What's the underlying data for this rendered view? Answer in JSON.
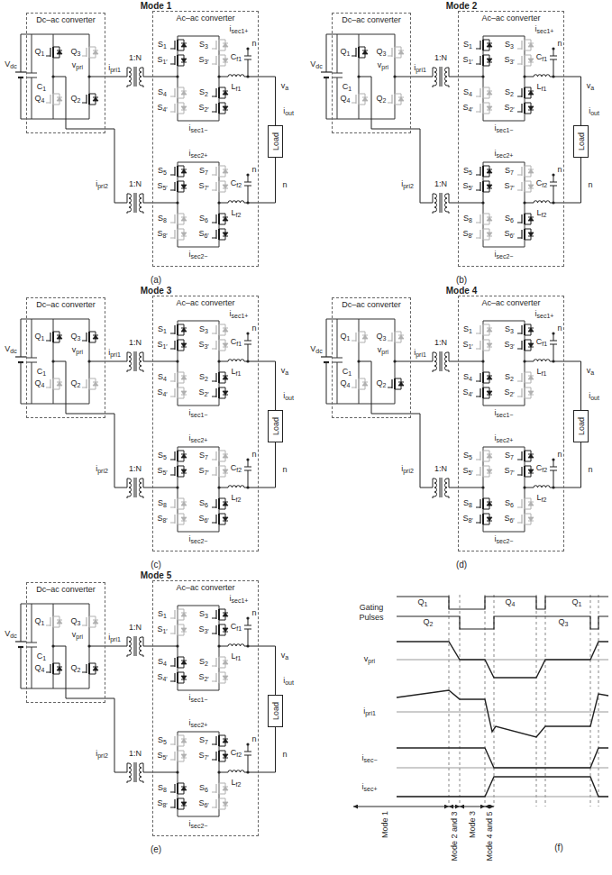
{
  "diagram": {
    "nodes": [
      {
        "text": [
          "Dc–ac converter"
        ]
      },
      {
        "text": [
          "Ac–ac converter"
        ]
      },
      {
        "text": [
          "Load"
        ]
      },
      {
        "text": [
          "Dc–ac converter"
        ]
      },
      {
        "text": [
          "Ac–ac converter"
        ]
      },
      {
        "text": [
          "Load"
        ]
      },
      {
        "text": [
          "Dc–ac converter"
        ]
      },
      {
        "text": [
          "Ac–ac converter"
        ]
      },
      {
        "text": [
          "Load"
        ]
      },
      {
        "text": [
          "Dc–ac converter"
        ]
      },
      {
        "text": [
          "Ac–ac converter"
        ]
      },
      {
        "text": [
          "Load"
        ]
      },
      {
        "text": [
          "Dc–ac converter"
        ]
      },
      {
        "text": [
          "Ac–ac converter"
        ]
      },
      {
        "text": [
          "Load"
        ]
      }
    ],
    "edges": [
      {
        "from": 0,
        "to": 1,
        "arrow": "none"
      },
      {
        "from": 0,
        "to": 1,
        "arrow": "none"
      },
      {
        "from": 1,
        "to": 2,
        "arrow": "none"
      },
      {
        "from": 1,
        "to": 2,
        "arrow": "none"
      },
      {
        "from": 3,
        "to": 4,
        "arrow": "none"
      },
      {
        "from": 3,
        "to": 4,
        "arrow": "none"
      },
      {
        "from": 4,
        "to": 5,
        "arrow": "none"
      },
      {
        "from": 4,
        "to": 5,
        "arrow": "none"
      },
      {
        "from": 6,
        "to": 7,
        "arrow": "none"
      },
      {
        "from": 6,
        "to": 7,
        "arrow": "none"
      },
      {
        "from": 7,
        "to": 8,
        "arrow": "none"
      },
      {
        "from": 7,
        "to": 8,
        "arrow": "none"
      },
      {
        "from": 9,
        "to": 10,
        "arrow": "none"
      },
      {
        "from": 9,
        "to": 10,
        "arrow": "none"
      },
      {
        "from": 10,
        "to": 11,
        "arrow": "none"
      },
      {
        "from": 10,
        "to": 11,
        "arrow": "none"
      },
      {
        "from": 12,
        "to": 13,
        "arrow": "none"
      },
      {
        "from": 12,
        "to": 13,
        "arrow": "none"
      },
      {
        "from": 13,
        "to": 14,
        "arrow": "none"
      },
      {
        "from": 13,
        "to": 14,
        "arrow": "none"
      }
    ],
    "labels": [
      "Mode 1",
      "Vdc",
      "C1",
      "Q1",
      "Q3",
      "Q4",
      "Q2",
      "vpri",
      "ipri1",
      "1:N",
      "ipri2",
      "1:N",
      "S1",
      "S1′",
      "S3",
      "S3′",
      "S4",
      "S4′",
      "S2",
      "S2′",
      "isec1+",
      "Lf1",
      "Cf1",
      "n",
      "isec1−",
      "isec2+",
      "S5",
      "S5′",
      "S7",
      "S7′",
      "S8",
      "S8′",
      "S6",
      "S6′",
      "Lf2",
      "Cf2",
      "n",
      "isec2−",
      "va",
      "iout",
      "n",
      "(a)",
      "Mode 2",
      "Vdc",
      "C1",
      "Q1",
      "Q3",
      "Q4",
      "Q2",
      "vpri",
      "ipri1",
      "1:N",
      "ipri2",
      "1:N",
      "S1",
      "S1′",
      "S3",
      "S3′",
      "S4",
      "S4′",
      "S2",
      "S2′",
      "isec1+",
      "Lf1",
      "Cf1",
      "n",
      "isec1−",
      "isec2+",
      "S5",
      "S5′",
      "S7",
      "S7′",
      "S8",
      "S8′",
      "S6",
      "S6′",
      "Lf2",
      "Cf2",
      "n",
      "isec2−",
      "va",
      "iout",
      "n",
      "(b)",
      "Mode 3",
      "Vdc",
      "C1",
      "Q1",
      "Q3",
      "Q4",
      "Q2",
      "vpri",
      "ipri1",
      "1:N",
      "ipri2",
      "1:N",
      "S1",
      "S1′",
      "S3",
      "S3′",
      "S4",
      "S4′",
      "S2",
      "S2′",
      "isec1+",
      "Lf1",
      "Cf1",
      "n",
      "isec1−",
      "isec2+",
      "S5",
      "S5′",
      "S7",
      "S7′",
      "S8",
      "S8′",
      "S6",
      "S6′",
      "Lf2",
      "Cf2",
      "n",
      "isec2−",
      "va",
      "iout",
      "n",
      "(c)",
      "Mode 4",
      "Vdc",
      "C1",
      "Q1",
      "Q3",
      "Q4",
      "Q2",
      "vpri",
      "ipri1",
      "1:N",
      "ipri2",
      "1:N",
      "S1",
      "S1′",
      "S3",
      "S3′",
      "S4",
      "S4′",
      "S2",
      "S2′",
      "isec1+",
      "Lf1",
      "Cf1",
      "n",
      "isec1−",
      "isec2+",
      "S5",
      "S5′",
      "S7",
      "S7′",
      "S8",
      "S8′",
      "S6",
      "S6′",
      "Lf2",
      "Cf2",
      "n",
      "isec2−",
      "va",
      "iout",
      "n",
      "(d)",
      "Mode 5",
      "Vdc",
      "C1",
      "Q1",
      "Q3",
      "Q4",
      "Q2",
      "vpri",
      "ipri1",
      "1:N",
      "ipri2",
      "1:N",
      "S1",
      "S1′",
      "S3",
      "S3′",
      "S4",
      "S4′",
      "S2",
      "S2′",
      "isec1+",
      "Lf1",
      "Cf1",
      "n",
      "isec1−",
      "isec2+",
      "S5",
      "S5′",
      "S7",
      "S7′",
      "S8",
      "S8′",
      "S6",
      "S6′",
      "Lf2",
      "Cf2",
      "n",
      "isec2−",
      "va",
      "iout",
      "n",
      "(e)",
      "Gating Pulses",
      "Q1",
      "Q4",
      "Q1",
      "Q2",
      "Q3",
      "vpri",
      "ipri1",
      "isec−",
      "isec+",
      "Mode 1",
      "Mode 2 and 3",
      "Mode 3",
      "Mode 4 and 5",
      "(f)"
    ]
  }
}
